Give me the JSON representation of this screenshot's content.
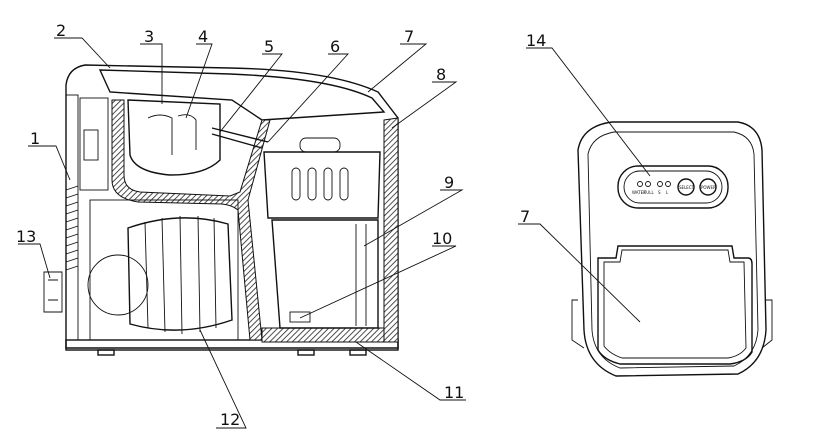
{
  "callouts": {
    "c1": "1",
    "c2": "2",
    "c3": "3",
    "c4": "4",
    "c5": "5",
    "c6": "6",
    "c7": "7",
    "c8": "8",
    "c9": "9",
    "c10": "10",
    "c11": "11",
    "c12": "12",
    "c13": "13",
    "c14": "14",
    "c7b": "7"
  },
  "panel_labels": {
    "left_button": "SELECT",
    "right_button": "POWER",
    "led_a": "WATER",
    "led_b": "FULL",
    "led_c": "S",
    "led_d": "L"
  },
  "colors": {
    "line": "#111111",
    "background": "#ffffff"
  }
}
